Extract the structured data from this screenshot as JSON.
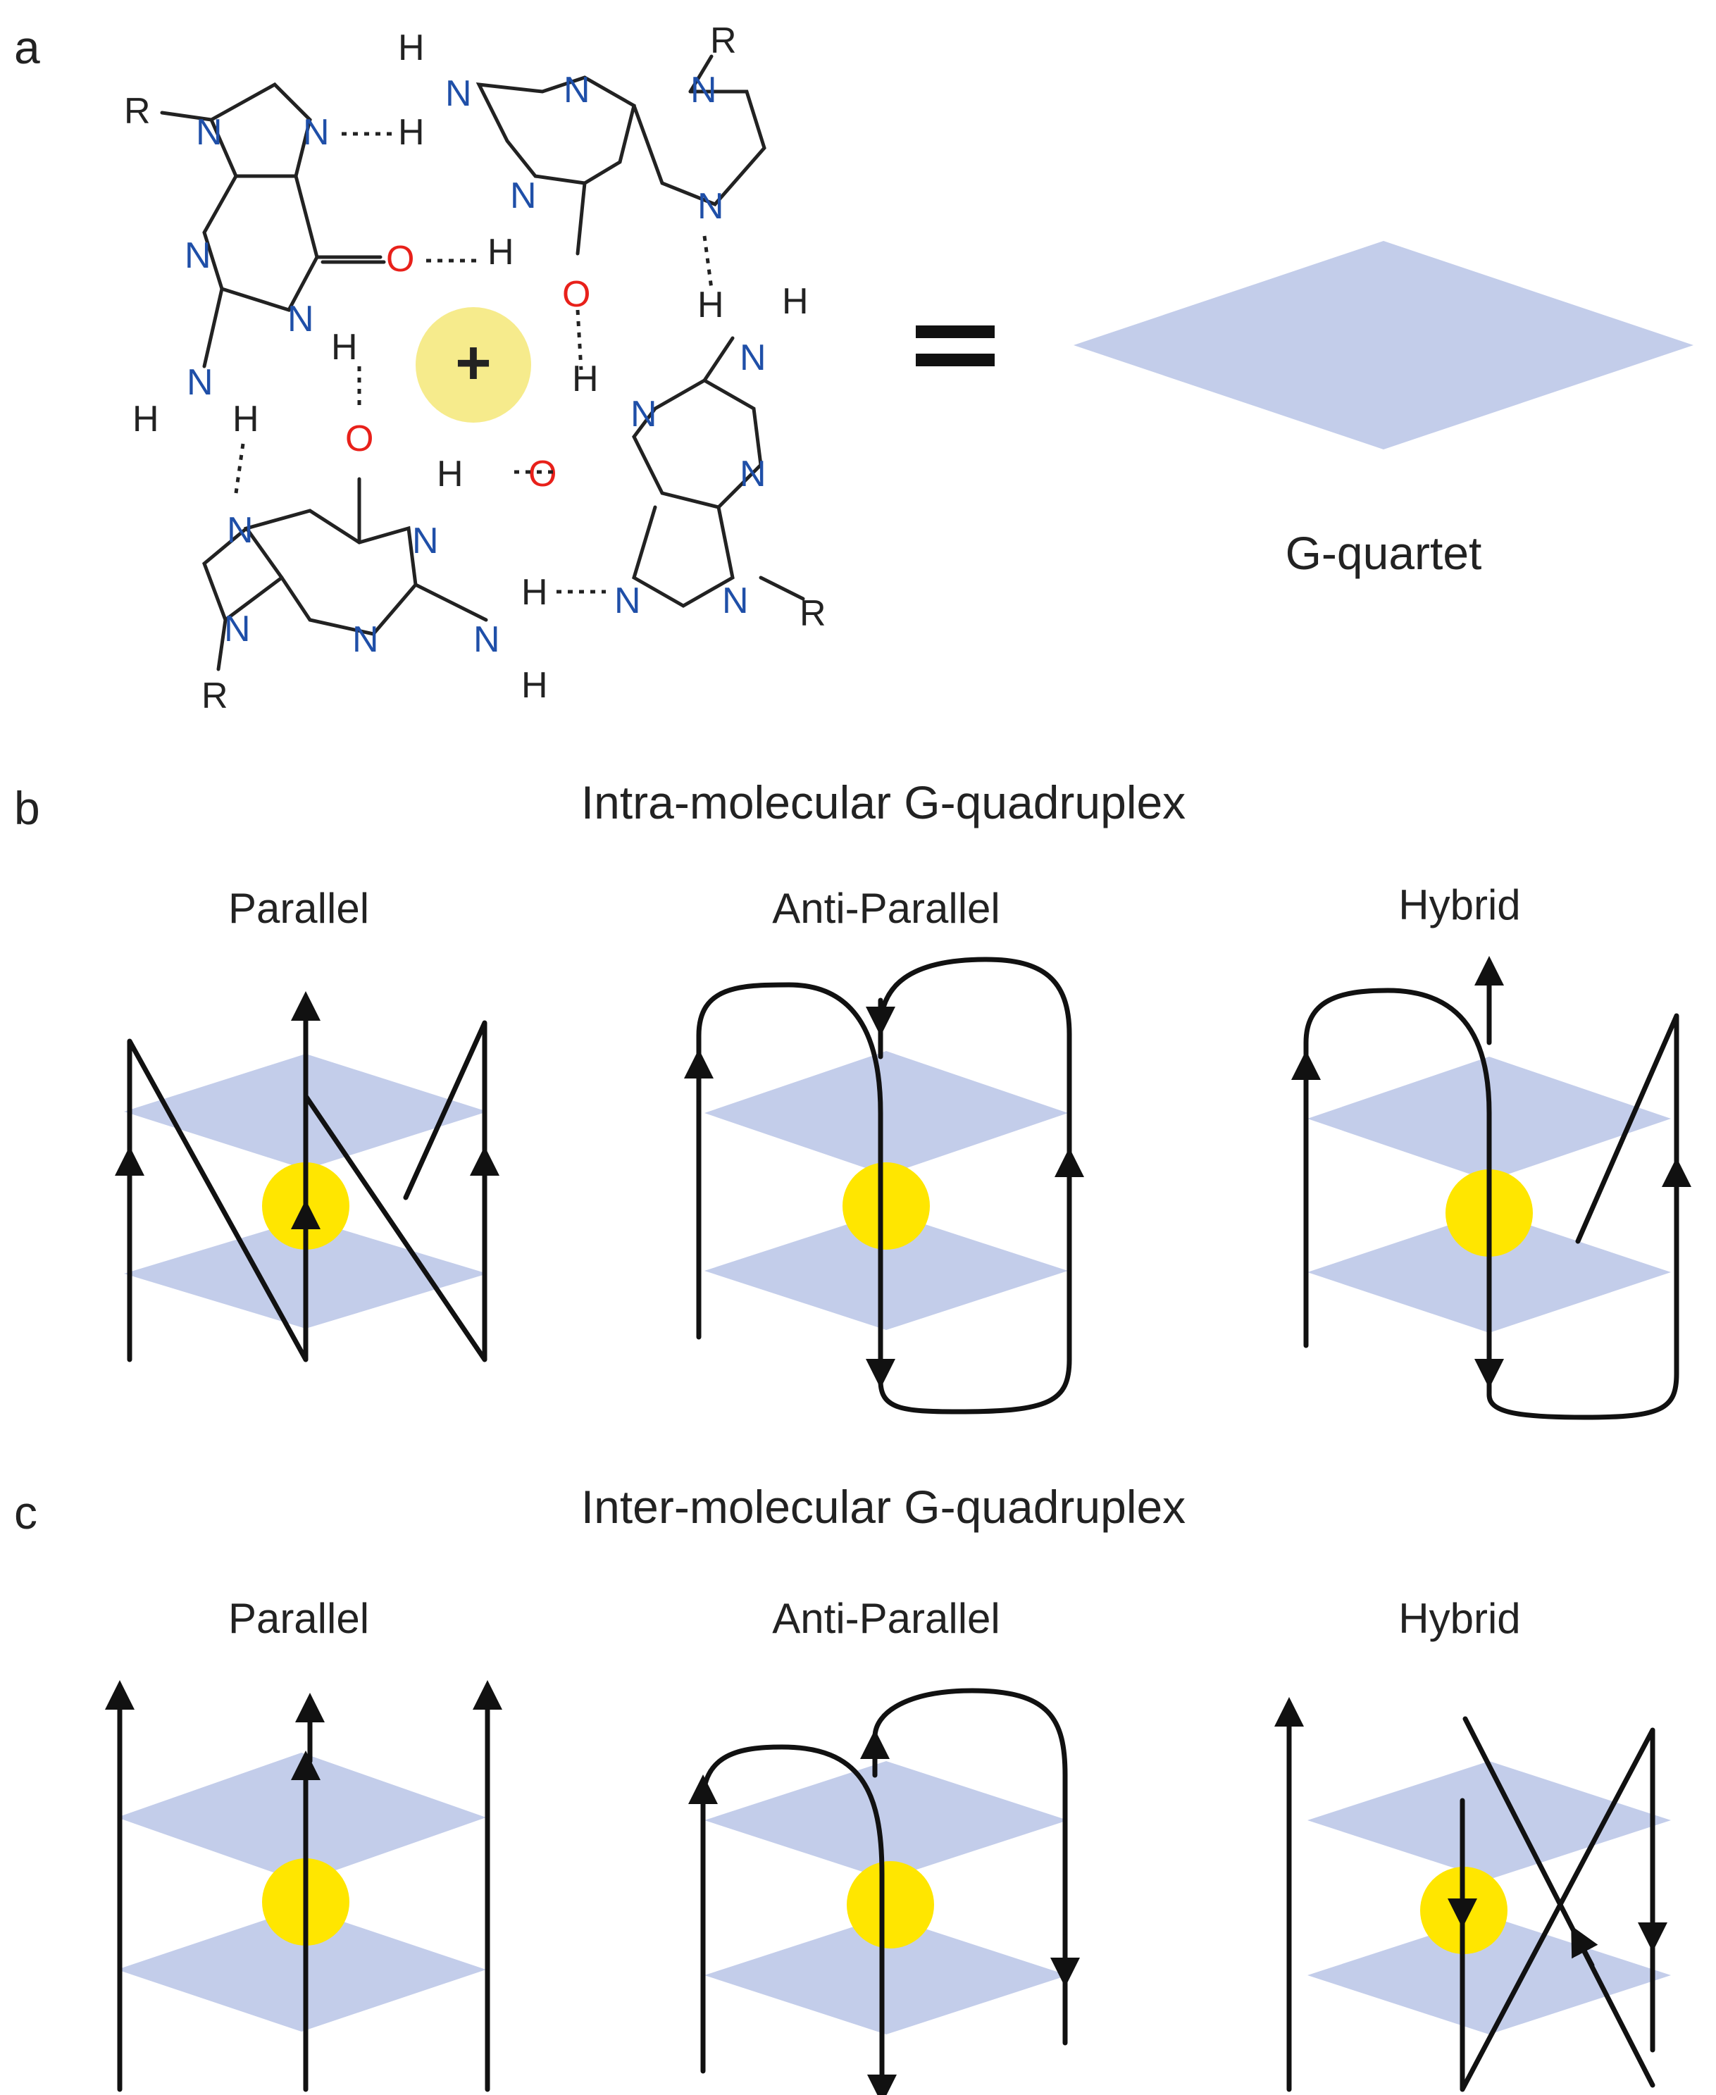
{
  "panel_labels": {
    "a": "a",
    "b": "b",
    "c": "c"
  },
  "panel_a": {
    "equals_sign": "=",
    "cation_symbol": "+",
    "quartet_caption": "G-quartet",
    "atom_symbols": {
      "nitrogen": "N",
      "oxygen": "O",
      "hydrogen": "H",
      "substituent": "R"
    }
  },
  "panel_b": {
    "title": "Intra-molecular G-quadruplex",
    "labels": [
      "Parallel",
      "Anti-Parallel",
      "Hybrid"
    ]
  },
  "panel_c": {
    "title": "Inter-molecular G-quadruplex",
    "labels": [
      "Parallel",
      "Anti-Parallel",
      "Hybrid"
    ]
  },
  "colors": {
    "tile": "#c3cdea",
    "ion": "#ffe600",
    "cation_disc": "#f6eb8c",
    "nitrogen": "#1f4fa8",
    "oxygen": "#e8201a",
    "strand": "#111111"
  }
}
